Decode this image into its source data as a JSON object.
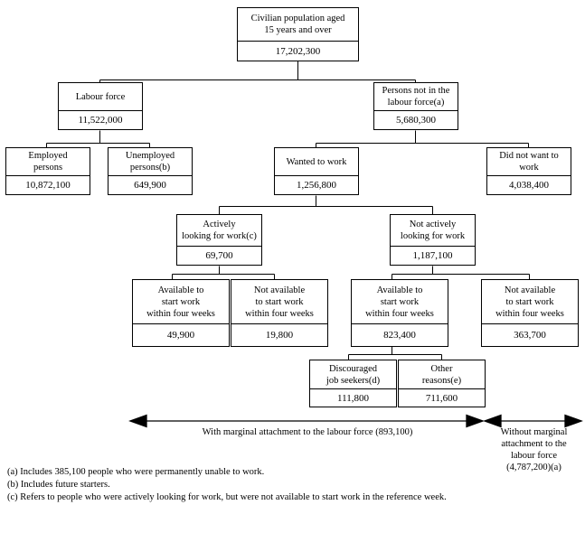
{
  "diagram": {
    "title_node": {
      "label": "Civilian population aged 15 years and over",
      "label_l1": "Civilian population aged",
      "label_l2": "15 years and over",
      "value": "17,202,300"
    },
    "nodes": [
      {
        "id": "labour-force",
        "label_l1": "Labour force",
        "label_l2": "",
        "label_l3": "",
        "value": "11,522,000"
      },
      {
        "id": "persons-not-in-labour-force",
        "label_l1": "Persons not in the",
        "label_l2": "labour force(a)",
        "label_l3": "",
        "value": "5,680,300"
      },
      {
        "id": "employed-persons",
        "label_l1": "Employed",
        "label_l2": "persons",
        "label_l3": "",
        "value": "10,872,100"
      },
      {
        "id": "unemployed-persons",
        "label_l1": "Unemployed",
        "label_l2": "persons(b)",
        "label_l3": "",
        "value": "649,900"
      },
      {
        "id": "wanted-to-work",
        "label_l1": "Wanted to work",
        "label_l2": "",
        "label_l3": "",
        "value": "1,256,800"
      },
      {
        "id": "did-not-want-to-work",
        "label_l1": "Did not want to",
        "label_l2": "work",
        "label_l3": "",
        "value": "4,038,400"
      },
      {
        "id": "actively-looking-for-work",
        "label_l1": "Actively",
        "label_l2": "looking for work(c)",
        "label_l3": "",
        "value": "69,700"
      },
      {
        "id": "not-actively-looking-for-work",
        "label_l1": "Not actively",
        "label_l2": "looking for work",
        "label_l3": "",
        "value": "1,187,100"
      },
      {
        "id": "available-four-weeks-active",
        "label_l1": "Available to",
        "label_l2": "start work",
        "label_l3": "within four weeks",
        "value": "49,900"
      },
      {
        "id": "not-available-four-weeks-active",
        "label_l1": "Not available",
        "label_l2": "to start work",
        "label_l3": "within four weeks",
        "value": "19,800"
      },
      {
        "id": "available-four-weeks-inactive",
        "label_l1": "Available to",
        "label_l2": "start work",
        "label_l3": "within four weeks",
        "value": "823,400"
      },
      {
        "id": "not-available-four-weeks-inactive",
        "label_l1": "Not available",
        "label_l2": "to start work",
        "label_l3": "within four weeks",
        "value": "363,700"
      },
      {
        "id": "discouraged-job-seekers",
        "label_l1": "Discouraged",
        "label_l2": "job seekers(d)",
        "label_l3": "",
        "value": "111,800"
      },
      {
        "id": "other-reasons",
        "label_l1": "Other",
        "label_l2": "reasons(e)",
        "label_l3": "",
        "value": "711,600"
      }
    ],
    "annotations": {
      "with_marginal": "With marginal attachment to the labour force (893,100)",
      "without_marginal_l1": "Without marginal",
      "without_marginal_l2": "attachment to the",
      "without_marginal_l3": "labour force",
      "without_marginal_l4": "(4,787,200)(a)"
    },
    "footnotes": [
      "(a) Includes 385,100 people who were permanently unable to work.",
      "(b) Includes future starters.",
      "(c) Refers to people who were actively looking for work, but were not available to start work in the reference week."
    ]
  },
  "colors": {
    "line": "#000000",
    "background": "#ffffff",
    "text": "#000000"
  }
}
